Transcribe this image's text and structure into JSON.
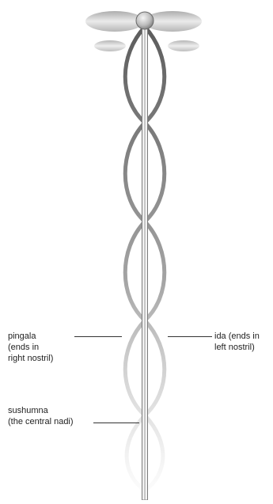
{
  "labels": {
    "pingala": [
      "pingala",
      "(ends in",
      "right nostril)"
    ],
    "ida": [
      "ida (ends in",
      "left nostril)"
    ],
    "sushumna": [
      "sushumna",
      "(the central nadi)"
    ]
  },
  "colors": {
    "background": "#ffffff",
    "strand": "#6e6e6e",
    "strand_light": "#bdbdbd",
    "central_channel": "#8a8a8a",
    "text": "#222222"
  },
  "icons": {
    "top_ornament": "winged-orb-icon"
  }
}
